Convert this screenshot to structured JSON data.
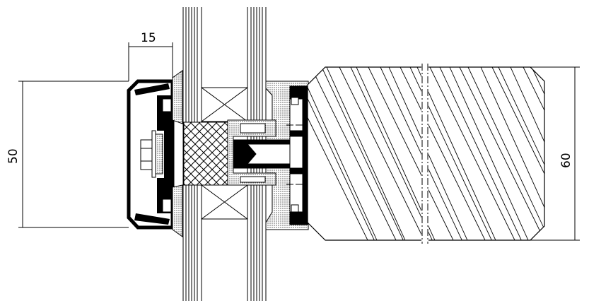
{
  "drawing": {
    "dimensions": {
      "cap_width": "15",
      "cap_height": "50",
      "timber_depth": "60"
    },
    "colors": {
      "line": "#000000",
      "background": "#ffffff"
    }
  }
}
